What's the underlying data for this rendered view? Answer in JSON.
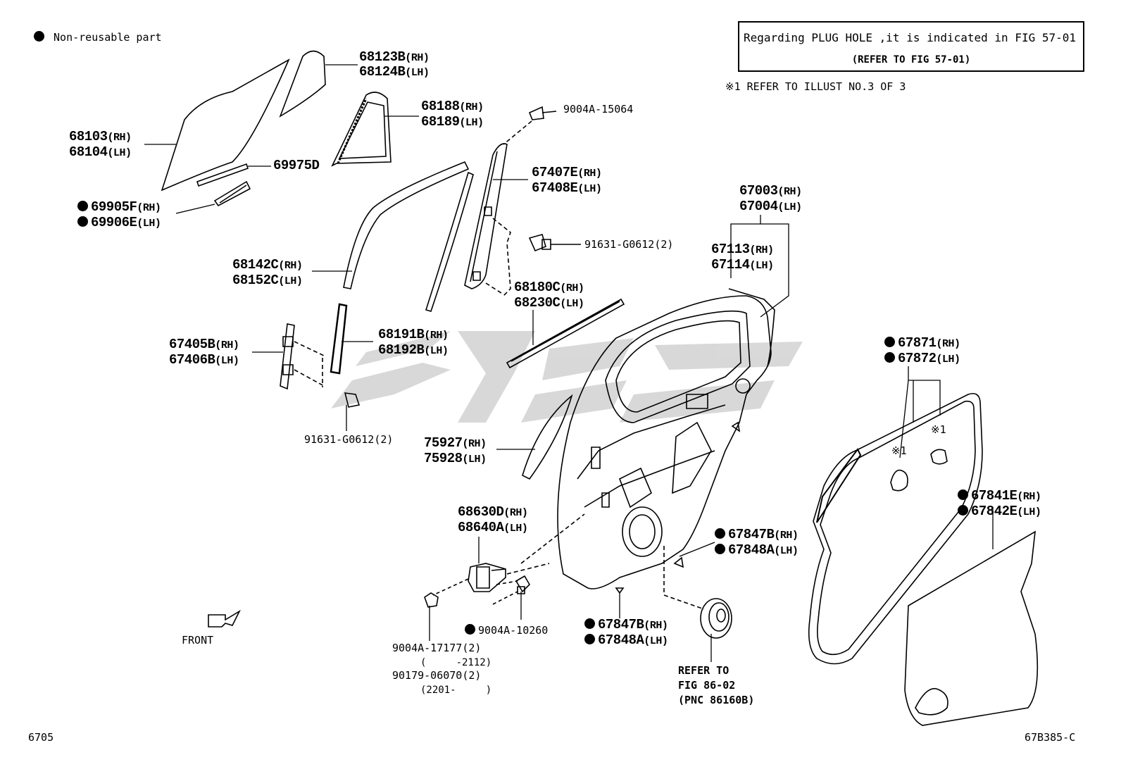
{
  "legend": {
    "non_reusable": "Non-reusable part"
  },
  "note": {
    "line1": "Regarding PLUG HOLE ,it is indicated in FIG 57-01",
    "line2": "(REFER TO FIG 57-01)",
    "footnote": "※1 REFER TO ILLUST NO.3 OF 3"
  },
  "labels": {
    "p68123B": "68123B",
    "p68124B": "68124B",
    "p68188": "68188",
    "p68189": "68189",
    "p68103": "68103",
    "p68104": "68104",
    "p69975D": "69975D",
    "p69905F": "69905F",
    "p69906E": "69906E",
    "p9004A_15064": "9004A-15064",
    "p67407E": "67407E",
    "p67408E": "67408E",
    "p91631_a": "91631-G0612(2)",
    "p68142C": "68142C",
    "p68152C": "68152C",
    "p68180C": "68180C",
    "p68230C": "68230C",
    "p67003": "67003",
    "p67004": "67004",
    "p67113": "67113",
    "p67114": "67114",
    "p67405B": "67405B",
    "p67406B": "67406B",
    "p68191B": "68191B",
    "p68192B": "68192B",
    "p91631_b": "91631-G0612(2)",
    "p75927": "75927",
    "p75928": "75928",
    "p67871": "67871",
    "p67872": "67872",
    "ref1a": "※1",
    "ref1b": "※1",
    "p67841E": "67841E",
    "p67842E": "67842E",
    "p68630D": "68630D",
    "p68640A": "68640A",
    "p67847B_a": "67847B",
    "p67848A_a": "67848A",
    "p67847B_b": "67847B",
    "p67848A_b": "67848A",
    "p9004A_10260": "9004A-10260",
    "p9004A_17177": "9004A-17177(2)",
    "p2112": "(     -2112)",
    "p90179": "90179-06070(2)",
    "p2201": "(2201-     )",
    "refer1": "REFER TO",
    "refer2": "FIG 86-02",
    "refer3": "(PNC 86160B)",
    "front": "FRONT",
    "rh": "(RH)",
    "lh": "(LH)"
  },
  "footer": {
    "left": "6705",
    "right": "67B385-C"
  },
  "icons": {
    "bullet": "filled-circle-icon",
    "front_arrow": "front-arrow-icon",
    "watermark": "watermark-logo"
  }
}
